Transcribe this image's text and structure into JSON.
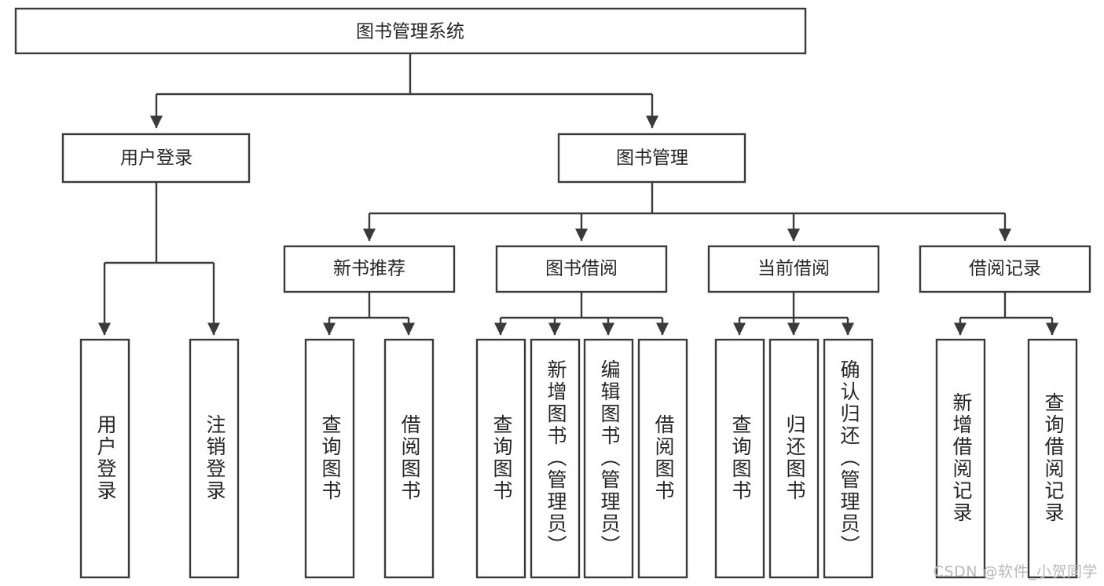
{
  "diagram": {
    "title": "图书管理系统",
    "type": "tree",
    "root": {
      "id": "root",
      "label": "图书管理系统"
    },
    "level2": [
      {
        "id": "user-login",
        "label": "用户登录"
      },
      {
        "id": "book-management",
        "label": "图书管理"
      }
    ],
    "level3": [
      {
        "id": "new-book-recommend",
        "label": "新书推荐",
        "parent": "book-management"
      },
      {
        "id": "book-borrow",
        "label": "图书借阅",
        "parent": "book-management"
      },
      {
        "id": "current-borrow",
        "label": "当前借阅",
        "parent": "book-management"
      },
      {
        "id": "borrow-record",
        "label": "借阅记录",
        "parent": "book-management"
      }
    ],
    "leaves": {
      "user-login": [
        {
          "id": "leaf-user-login",
          "label": "用户登录"
        },
        {
          "id": "leaf-user-logout",
          "label": "注销登录"
        }
      ],
      "new-book-recommend": [
        {
          "id": "leaf-query-book-1",
          "label": "查询图书"
        },
        {
          "id": "leaf-borrow-book-1",
          "label": "借阅图书"
        }
      ],
      "book-borrow": [
        {
          "id": "leaf-query-book-2",
          "label": "查询图书"
        },
        {
          "id": "leaf-add-book",
          "label": "新增图书（管理员）"
        },
        {
          "id": "leaf-edit-book",
          "label": "编辑图书（管理员）"
        },
        {
          "id": "leaf-borrow-book-2",
          "label": "借阅图书"
        }
      ],
      "current-borrow": [
        {
          "id": "leaf-query-book-3",
          "label": "查询图书"
        },
        {
          "id": "leaf-return-book",
          "label": "归还图书"
        },
        {
          "id": "leaf-confirm-return",
          "label": "确认归还（管理员）"
        }
      ],
      "borrow-record": [
        {
          "id": "leaf-add-record",
          "label": "新增借阅记录"
        },
        {
          "id": "leaf-query-record",
          "label": "查询借阅记录"
        }
      ]
    }
  },
  "watermark": {
    "text": "CSDN @软件_小贺同学"
  },
  "colors": {
    "box_stroke": "#3a3a3a",
    "box_fill": "#ffffff",
    "text": "#262626",
    "watermark": "#b9b9b9",
    "background": "#ffffff"
  }
}
